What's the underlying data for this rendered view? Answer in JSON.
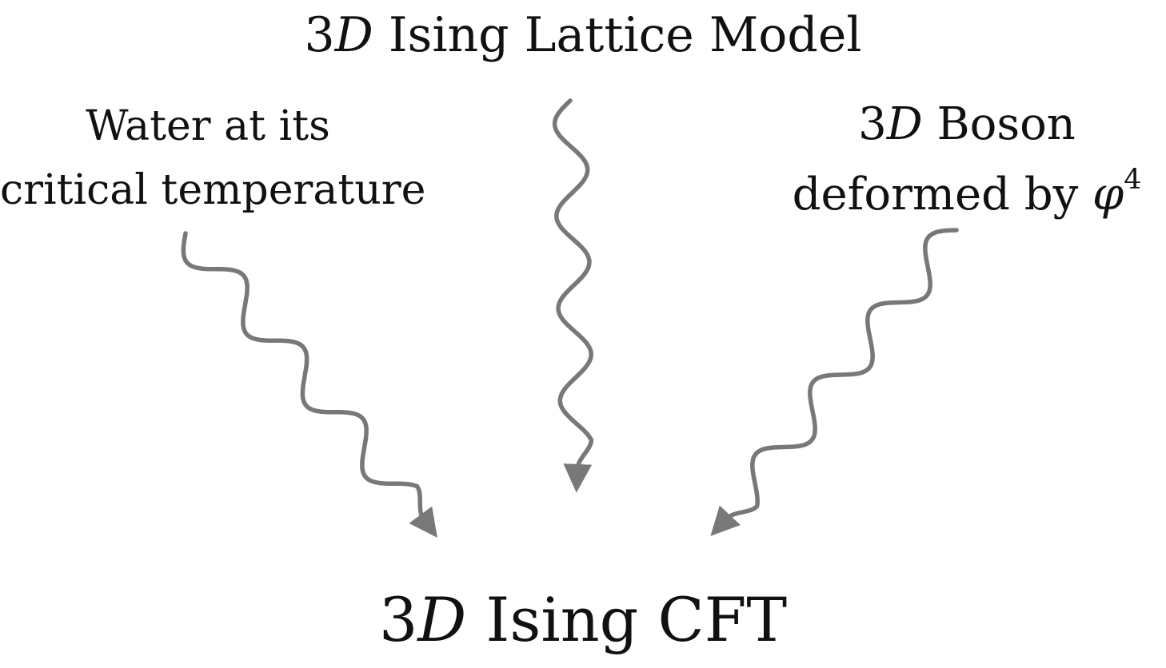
{
  "nodes": {
    "top": {
      "prefix": "3",
      "italic": "D",
      "suffix": " Ising Lattice Model"
    },
    "left": {
      "line1": "Water at its",
      "line2": "critical temperature"
    },
    "right": {
      "line1_prefix": "3",
      "line1_italic": "D",
      "line1_suffix": " Boson",
      "line2_text": "deformed by ",
      "line2_symbol": "φ",
      "line2_exponent": "4"
    },
    "bottom": {
      "prefix": "3",
      "italic": "D",
      "suffix": " Ising CFT"
    }
  },
  "edges": [
    {
      "from": "left",
      "to": "bottom",
      "style": "wavy"
    },
    {
      "from": "top",
      "to": "bottom",
      "style": "wavy"
    },
    {
      "from": "right",
      "to": "bottom",
      "style": "wavy"
    }
  ],
  "colors": {
    "arrow": "#787878",
    "text": "#111111"
  }
}
